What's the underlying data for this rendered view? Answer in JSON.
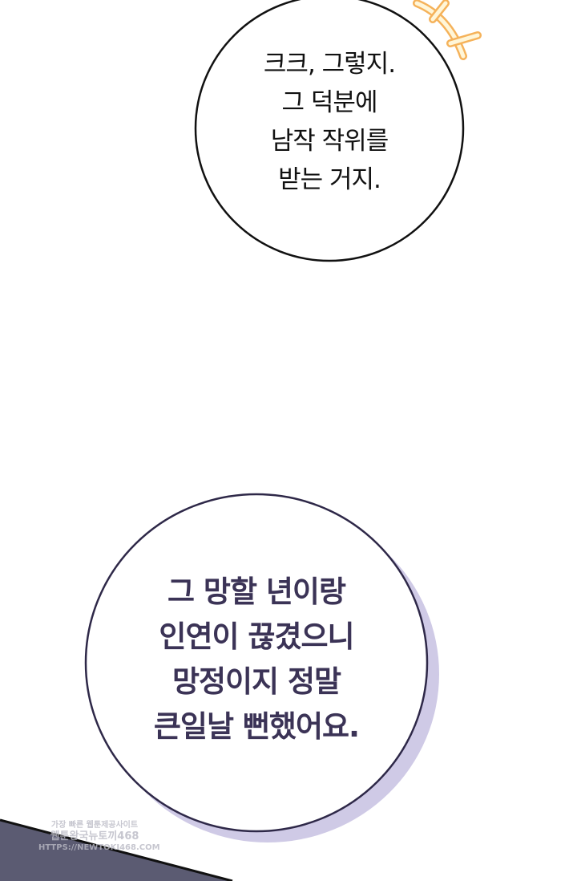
{
  "bubbles": [
    {
      "text": "크크, 그렇지.\n그 덕분에\n남작 작위를\n받는 거지.",
      "text_color": "#111111",
      "border_color": "#111111"
    },
    {
      "text": "그 망할 년이랑\n인연이 끊겼으니\n망정이지 정말\n큰일날 뻔했어요.",
      "text_color": "#3b3356",
      "border_color": "#2e2848",
      "shadow_color": "#cfcae6"
    }
  ],
  "watermark": {
    "line1": "가장 빠른 웹툰제공사이트",
    "line2": "웹툰왕국뉴토끼468",
    "line3": "HTTPS://NEWTOKI468.COM"
  },
  "colors": {
    "sparkle": "#f5b25a",
    "band": "#5b5b72"
  }
}
